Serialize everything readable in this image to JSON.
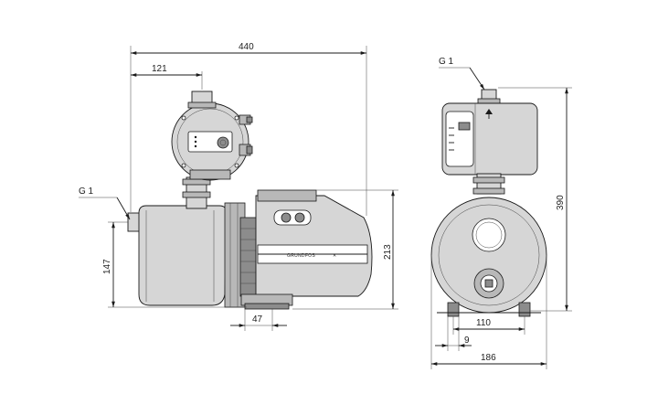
{
  "drawing": {
    "dimensions": {
      "overall_length": "440",
      "controller_offset": "121",
      "inlet_height": "147",
      "outlet_height": "213",
      "foot_width": "47",
      "overall_height": "390",
      "foot_spacing": "110",
      "foot_thickness": "9",
      "overall_width": "186"
    },
    "labels": {
      "inlet_thread": "G 1",
      "outlet_thread": "G 1"
    },
    "brand_mark": "GRUNDFOS"
  }
}
